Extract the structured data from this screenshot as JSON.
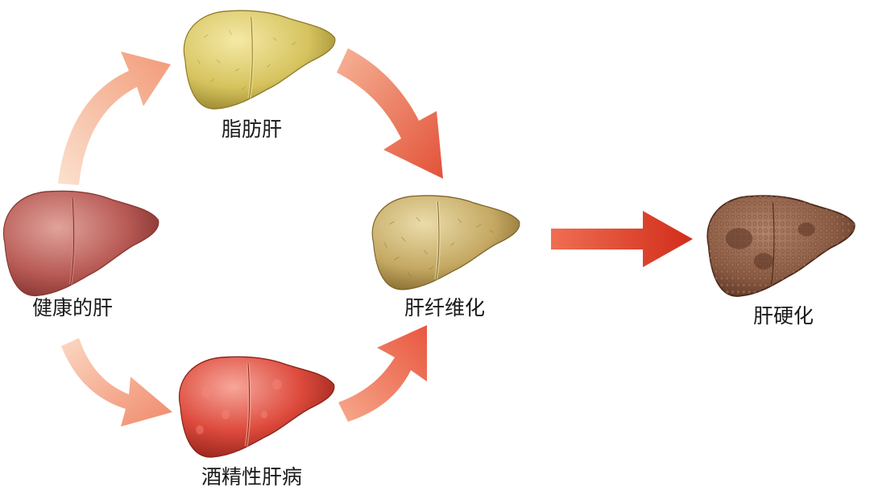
{
  "stages": {
    "healthy": "健康的肝",
    "fatty": "脂肪肝",
    "alcoholic": "酒精性肝病",
    "fibrosis": "肝纤维化",
    "cirrhosis": "肝硬化"
  },
  "colors": {
    "arrow_light": "#f9cfb2",
    "arrow_mid": "#f08a68",
    "arrow_dark": "#d9341f",
    "healthy_liver": "#b85a55",
    "fatty_liver": "#d6c35e",
    "alcoholic_liver": "#dd4a3c",
    "fibrosis_liver": "#c4a862",
    "cirrhosis_liver": "#8a5a42"
  }
}
